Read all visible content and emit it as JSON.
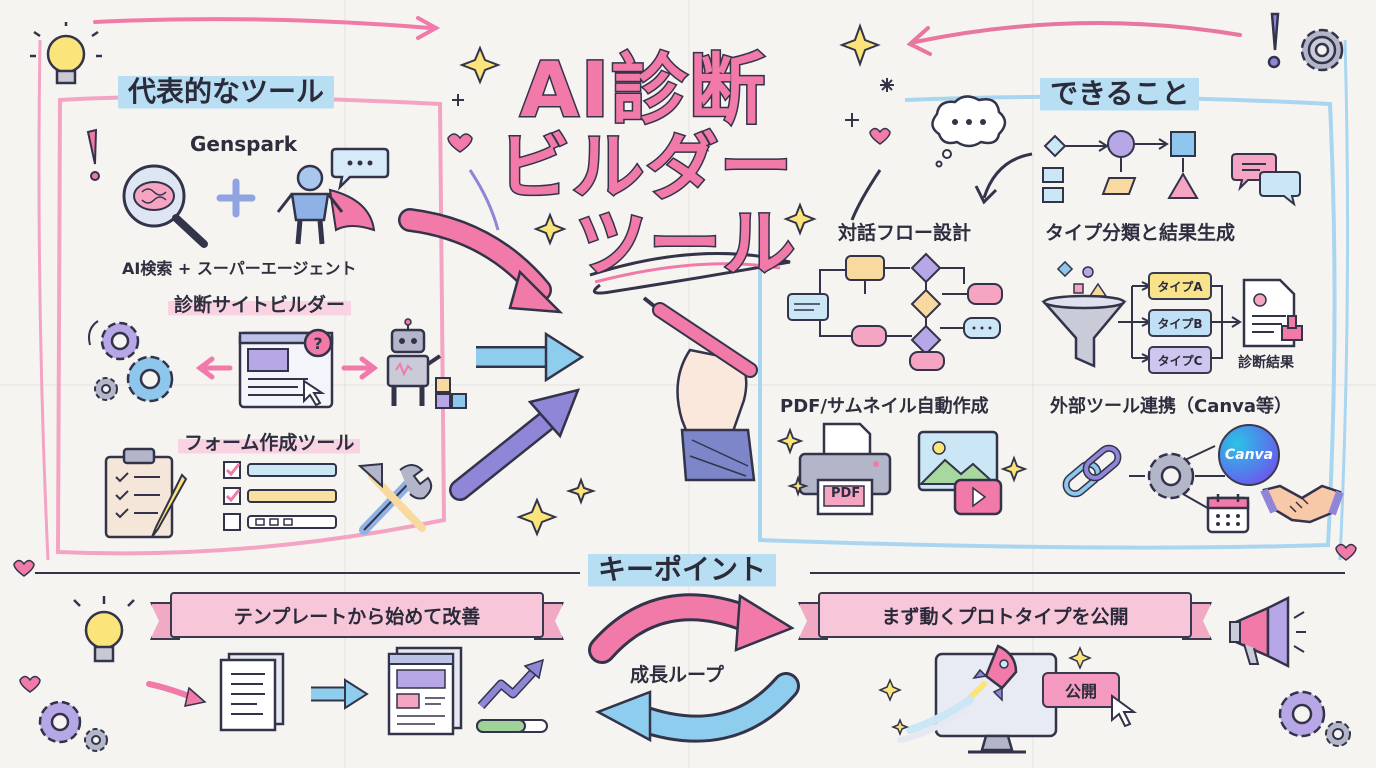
{
  "title": {
    "line1": "AI診断",
    "line2": "ビルダー",
    "line3": "ツール"
  },
  "left": {
    "heading": "代表的なツール",
    "genspark": {
      "name": "Genspark",
      "caption": "AI検索 + スーパーエージェント"
    },
    "site_builder": {
      "name": "診断サイトビルダー"
    },
    "form_tool": {
      "name": "フォーム作成ツール"
    }
  },
  "right": {
    "heading": "できること",
    "dialog_flow": "対話フロー設計",
    "type_result": "タイプ分類と結果生成",
    "types": [
      "タイプA",
      "タイプB",
      "タイプC"
    ],
    "result_label": "診断結果",
    "pdf_thumb": "PDF/サムネイル自動作成",
    "pdf_icon": "PDF",
    "external": "外部ツール連携（Canva等）",
    "canva": "Canva"
  },
  "bottom": {
    "heading": "キーポイント",
    "left_banner": "テンプレートから始めて改善",
    "loop_label": "成長ループ",
    "right_banner": "まず動くプロトタイプを公開",
    "publish_button": "公開"
  },
  "colors": {
    "pink": "#f27aa8",
    "blue": "#8fcdee",
    "purple": "#8f86d8",
    "ink": "#33334a"
  }
}
